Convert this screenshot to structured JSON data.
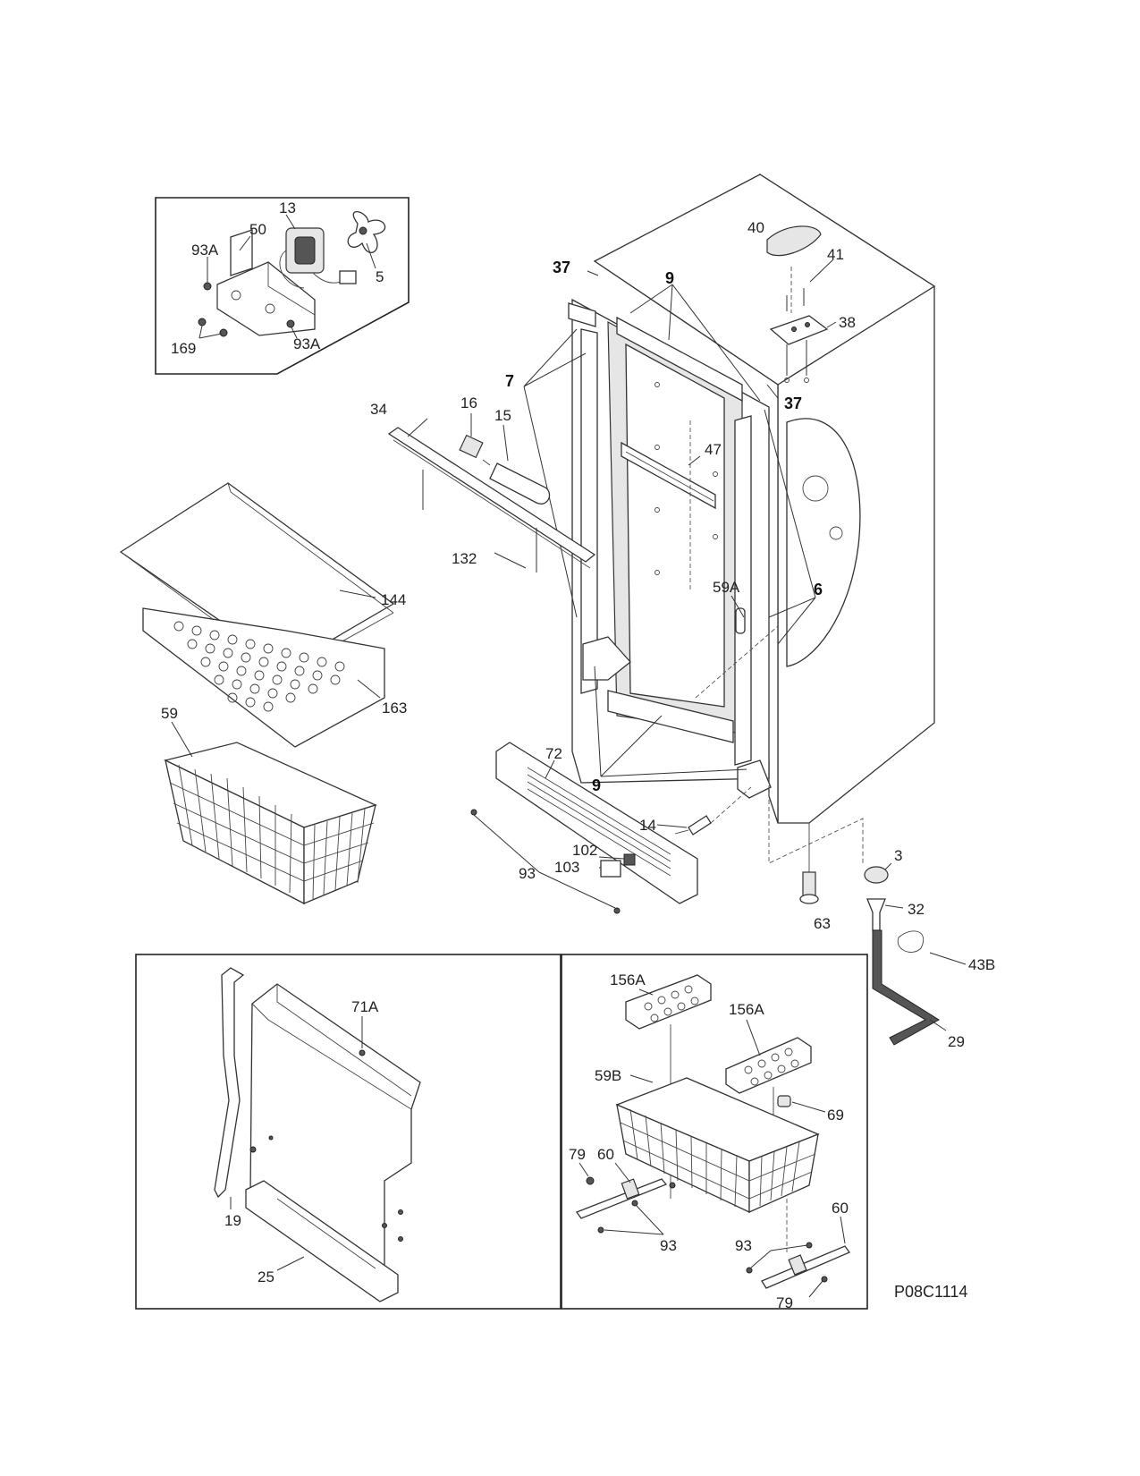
{
  "drawing_code": "P08C1114",
  "labels": {
    "l13": "13",
    "l50": "50",
    "l93a_1": "93A",
    "l93a_2": "93A",
    "l5": "5",
    "l169": "169",
    "l40": "40",
    "l41": "41",
    "l38": "38",
    "l37_top": "37",
    "l37_right": "37",
    "l9_top": "9",
    "l9_bottom": "9",
    "l7": "7",
    "l6": "6",
    "l47": "47",
    "l59a": "59A",
    "l16": "16",
    "l15": "15",
    "l34": "34",
    "l132": "132",
    "l144": "144",
    "l163": "163",
    "l59": "59",
    "l72": "72",
    "l14": "14",
    "l93_front": "93",
    "l102": "102",
    "l103": "103",
    "l63": "63",
    "l3": "3",
    "l32": "32",
    "l43b": "43B",
    "l29": "29",
    "l71a": "71A",
    "l19": "19",
    "l25": "25",
    "l156a_1": "156A",
    "l156a_2": "156A",
    "l59b": "59B",
    "l69": "69",
    "l79_1": "79",
    "l79_2": "79",
    "l60_1": "60",
    "l60_2": "60",
    "l93_left": "93",
    "l93_right": "93"
  }
}
